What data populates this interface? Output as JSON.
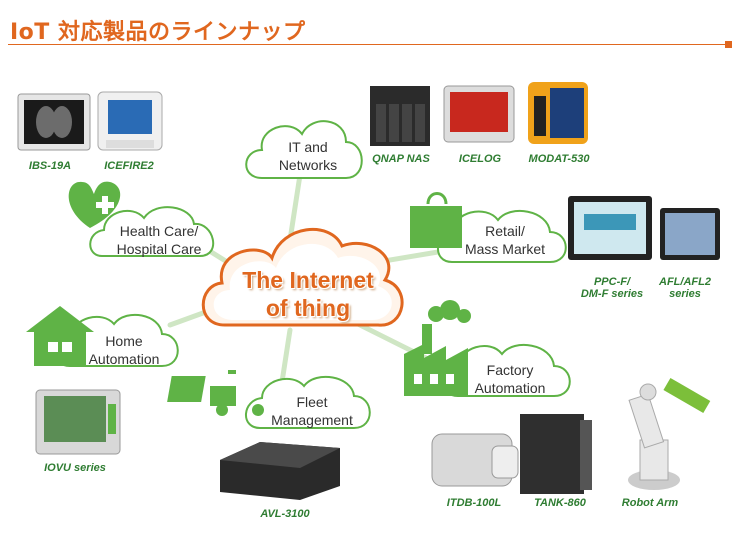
{
  "page_title": "IoT 対応製品のラインナップ",
  "center": {
    "line1": "The Internet",
    "line2": "of thing"
  },
  "categories": {
    "it": {
      "line1": "IT and",
      "line2": "Networks"
    },
    "health": {
      "line1": "Health Care/",
      "line2": "Hospital Care"
    },
    "retail": {
      "line1": "Retail/",
      "line2": "Mass Market"
    },
    "home": {
      "line1": "Home",
      "line2": "Automation"
    },
    "factory": {
      "line1": "Factory",
      "line2": "Automation"
    },
    "fleet": {
      "line1": "Fleet",
      "line2": "Management"
    }
  },
  "products": {
    "ibs": "IBS-19A",
    "icefire": "ICEFIRE2",
    "qnap": "QNAP NAS",
    "icelog": "ICELOG",
    "modat": "MODAT-530",
    "ppc_line1": "PPC-F/",
    "ppc_line2": "DM-F series",
    "afl_line1": "AFL/AFL2",
    "afl_line2": "series",
    "iovu": "IOVU series",
    "avl": "AVL-3100",
    "itdb": "ITDB-100L",
    "tank": "TANK-860",
    "robot": "Robot Arm"
  },
  "colors": {
    "accent": "#e0671f",
    "green": "#5fb346",
    "dark_green": "#2f7d32",
    "spoke": "#cfe6c4"
  }
}
